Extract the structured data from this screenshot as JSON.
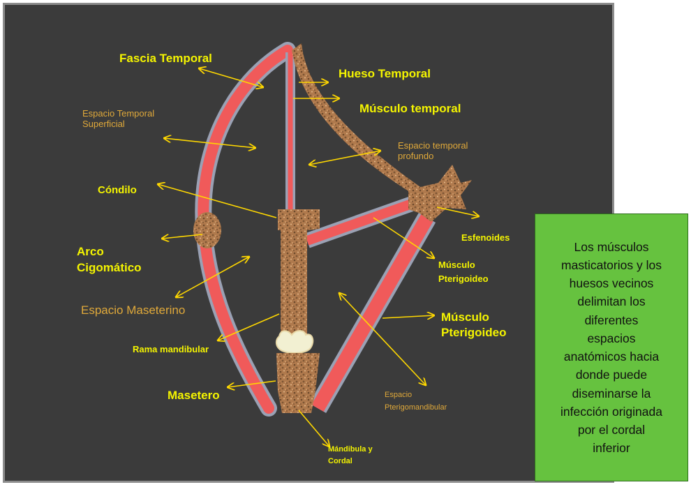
{
  "colors": {
    "background": "#3b3b3b",
    "muscle": "#f05a5a",
    "fascia": "#9aa1b4",
    "bone": "#b07a4d",
    "arrow": "#ffd800",
    "label_yellow": "#f4f400",
    "label_orange": "#e0a93a",
    "note_box": "#66c23f"
  },
  "labels": {
    "fascia_temporal": "Fascia Temporal",
    "hueso_temporal": "Hueso Temporal",
    "musculo_temporal": "Músculo temporal",
    "espacio_temporal_superficial": "Espacio Temporal\nSuperficial",
    "espacio_temporal_profundo": "Espacio temporal\nprofundo",
    "condilo": "Cóndilo",
    "esfenoides": "Esfenoides",
    "arco_cigomatico": "Arco\nCigomático",
    "musculo_pterigoideo_small": "Músculo\nPterigoideo",
    "espacio_maseterino": "Espacio Maseterino",
    "musculo_pterigoideo_big": "Músculo\nPterigoideo",
    "rama_mandibular": "Rama mandibular",
    "masetero": "Masetero",
    "espacio_pterigomandibular": "Espacio\nPterigomandibular",
    "mandibula_cordal": "Mándibula y\nCordal"
  },
  "note": "Los músculos\nmasticatorios y los\nhuesos vecinos\ndelimitan los\ndiferentes\nespacios\nanatómicos hacia\ndonde puede\ndiseminarse la\ninfección originada\npor el cordal\ninferior"
}
